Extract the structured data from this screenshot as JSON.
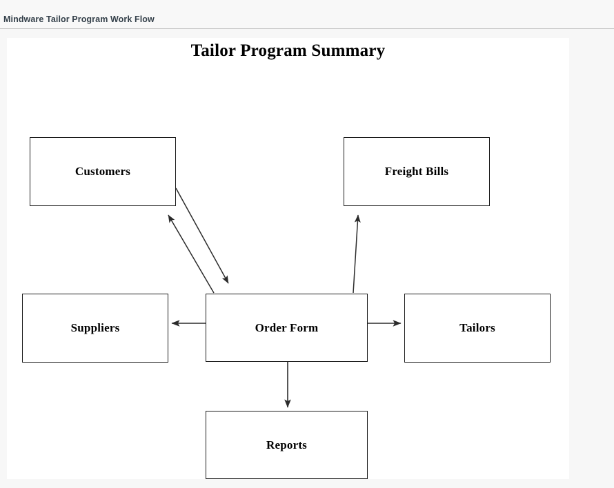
{
  "header": {
    "title": "Mindware Tailor Program Work Flow"
  },
  "diagram": {
    "title": "Tailor Program Summary",
    "colors": {
      "page_background": "#f7f7f7",
      "canvas_background": "#ffffff",
      "node_border": "#1a1a1a",
      "connector": "#2b2b2b",
      "header_text": "#34404a",
      "header_divider": "#c9c9c9"
    },
    "nodes": [
      {
        "id": "customers",
        "label": "Customers"
      },
      {
        "id": "freight",
        "label": "Freight Bills"
      },
      {
        "id": "suppliers",
        "label": "Suppliers"
      },
      {
        "id": "order_form",
        "label": "Order Form"
      },
      {
        "id": "tailors",
        "label": "Tailors"
      },
      {
        "id": "reports",
        "label": "Reports"
      }
    ],
    "connectors": [
      {
        "id": "customers-to-order-form",
        "from": "Customers",
        "to": "Order Form",
        "direction": "one-way",
        "orientation": "diagonal"
      },
      {
        "id": "order-form-to-customers",
        "from": "Order Form",
        "to": "Customers",
        "direction": "one-way",
        "orientation": "diagonal"
      },
      {
        "id": "order-form-to-freight",
        "from": "Order Form",
        "to": "Freight Bills",
        "direction": "one-way",
        "orientation": "vertical"
      },
      {
        "id": "order-form-to-suppliers",
        "from": "Order Form",
        "to": "Suppliers",
        "direction": "one-way",
        "orientation": "horizontal"
      },
      {
        "id": "order-form-to-tailors",
        "from": "Order Form",
        "to": "Tailors",
        "direction": "one-way",
        "orientation": "horizontal"
      },
      {
        "id": "order-form-to-reports",
        "from": "Order Form",
        "to": "Reports",
        "direction": "one-way",
        "orientation": "vertical"
      }
    ]
  }
}
